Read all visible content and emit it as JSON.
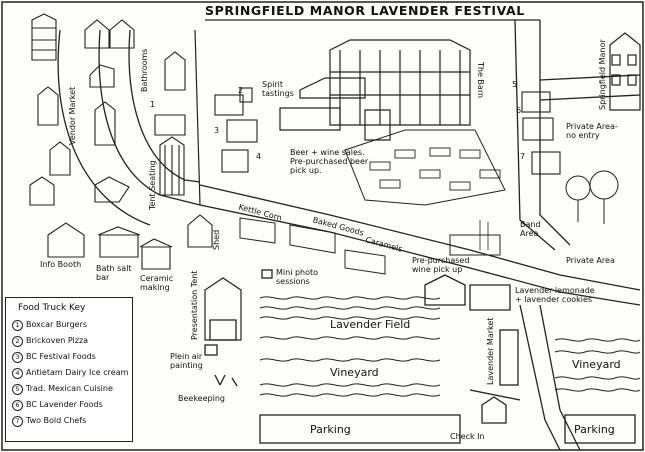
{
  "title": "SPRINGFIELD MANOR LAVENDER FESTIVAL",
  "labels": {
    "vendor_market": "Vendor Market",
    "bathrooms": "Bathrooms",
    "tent_seating": "Tent Seating",
    "spirit_tastings": "Spirit tastings",
    "beer_wine": "Beer + wine sales. Pre-purchased beer pick up.",
    "the_barn": "The Barn",
    "springfield_manor": "Springfield Manor",
    "private_area_no_entry": "Private Area- no entry",
    "private_area": "Private Area",
    "band_area": "Band Area",
    "info_booth": "Info Booth",
    "bath_salt_bar": "Bath salt bar",
    "ceramic_making": "Ceramic making",
    "shed": "Shed",
    "kettle_corn": "Kettle Corn",
    "baked_goods": "Baked Goods",
    "caramels": "Caramels",
    "wine_pickup": "Pre-purchased wine pick up",
    "mini_photo": "Mini photo sessions",
    "presentation_tent": "Presentation Tent",
    "lavender_field": "Lavender Field",
    "vineyard_left": "Vineyard",
    "vineyard_right": "Vineyard",
    "lemonade": "Lavender lemonade + lavender cookies",
    "lavender_market": "Lavender Market",
    "plein_air": "Plein air painting",
    "beekeeping": "Beekeeping",
    "parking_left": "Parking",
    "parking_right": "Parking",
    "check_in": "Check In"
  },
  "key": {
    "title": "Food Truck Key",
    "items": [
      {
        "n": "1",
        "name": "Boxcar Burgers"
      },
      {
        "n": "2",
        "name": "Brickoven Pizza"
      },
      {
        "n": "3",
        "name": "BC Festival Foods"
      },
      {
        "n": "4",
        "name": "Antietam Dairy Ice cream"
      },
      {
        "n": "5",
        "name": "Trad. Mexican Cuisine"
      },
      {
        "n": "6",
        "name": "BC Lavender Foods"
      },
      {
        "n": "7",
        "name": "Two Bold Chefs"
      }
    ]
  },
  "truck_numbers": [
    "1",
    "2",
    "3",
    "4",
    "5",
    "6",
    "7"
  ]
}
